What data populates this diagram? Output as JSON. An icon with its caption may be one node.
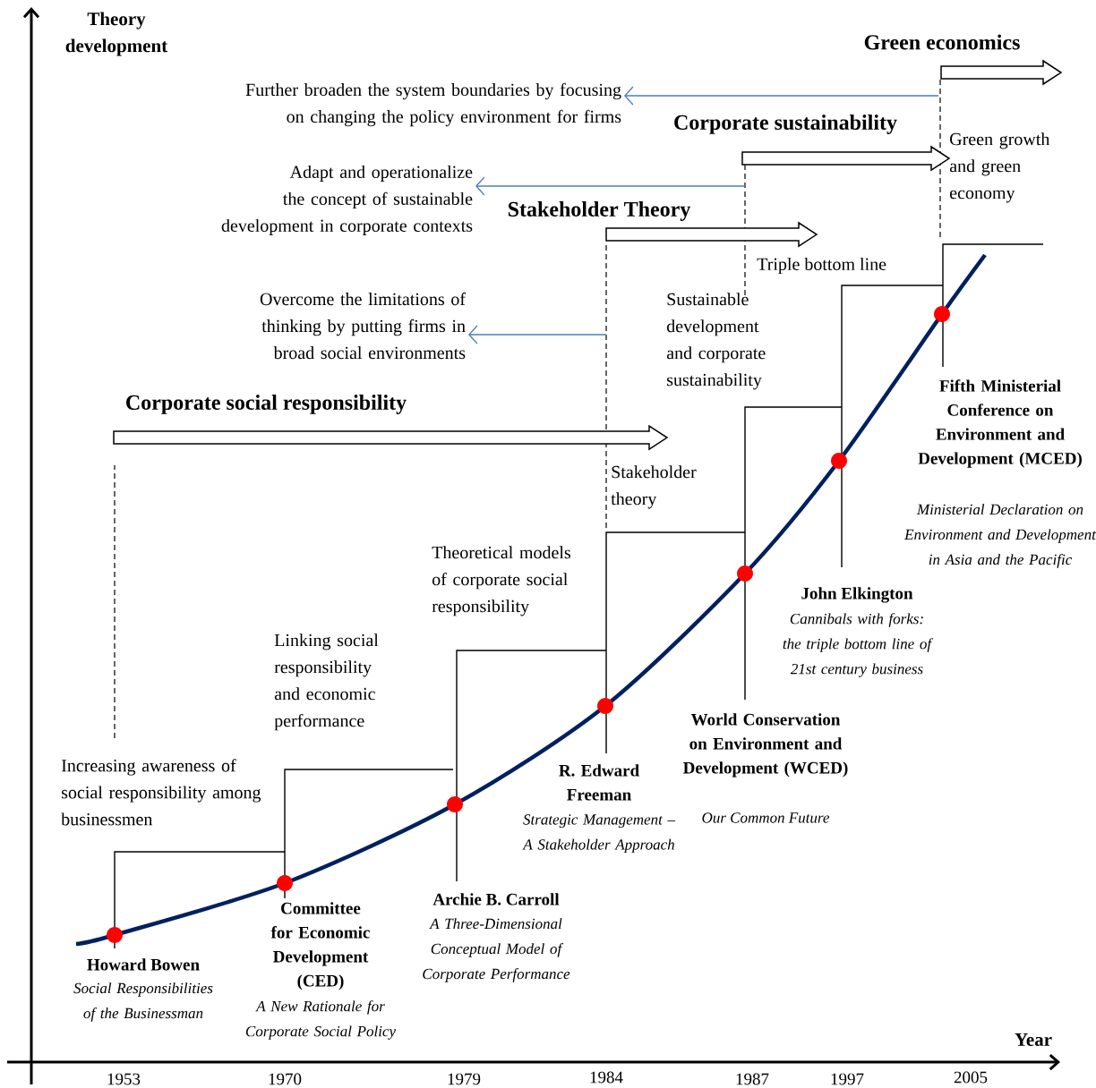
{
  "diagram": {
    "nodes": [
      {
        "text": [
          "Further broaden the system boundaries by focusing on changing the policy environment for firms"
        ]
      },
      {
        "text": [
          "Adapt and operationalize the concept of sustainable development in corporate contexts"
        ]
      },
      {
        "text": [
          "Overcome the limitations of thinking by putting firms in broad social environments"
        ]
      }
    ],
    "edges": [
      {
        "from": null,
        "to": 0,
        "arrow": "to",
        "color": "#4a7ebb"
      },
      {
        "from": null,
        "to": 1,
        "arrow": "to",
        "color": "#4a7ebb"
      },
      {
        "from": null,
        "to": 2,
        "arrow": "to",
        "color": "#4a7ebb"
      }
    ],
    "labels": [
      "Theory development",
      "Green economics",
      "Corporate sustainability",
      "Stakeholder Theory",
      "Corporate social responsibility",
      "Green growth and green economy",
      "Triple bottom line",
      "Sustainable development and corporate sustainability",
      "Stakeholder theory",
      "Theoretical models of corporate social responsibility",
      "Linking social responsibility and economic performance",
      "Increasing awareness of social responsibility among businessmen",
      "Fifth Ministerial Conference on Environment and Development (MCED)",
      "Ministerial Declaration on Environment and Development in Asia and the Pacific",
      "John Elkington",
      "Cannibals with forks: the triple bottom line of 21st century business",
      "World Conservation on Environment and Development (WCED)",
      "Our Common Future",
      "R. Edward Freeman",
      "Strategic Management – A Stakeholder Approach",
      "Archie B. Carroll",
      "A Three-Dimensional Conceptual Model of Corporate Performance",
      "Committee for Economic Development (CED)",
      "A New Rationale for Corporate Social Policy",
      "Howard Bowen",
      "Social Responsibilities of the Businessman",
      "Year",
      "1953",
      "1970",
      "1979",
      "1984",
      "1987",
      "1997",
      "2005"
    ]
  }
}
